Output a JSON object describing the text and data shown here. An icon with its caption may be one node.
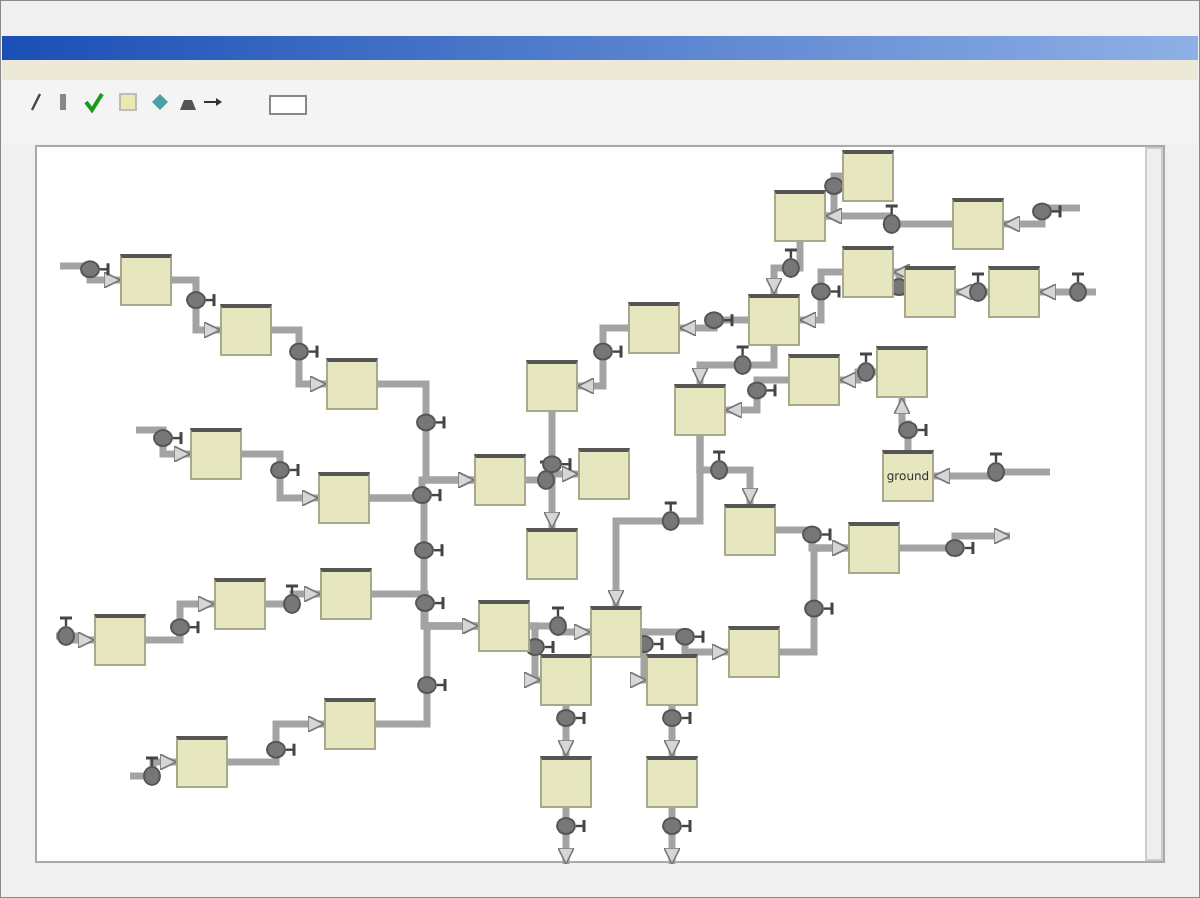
{
  "diagram": {
    "nodes": [
      {
        "text": [],
        "shape": "box"
      },
      {
        "text": [],
        "shape": "box"
      },
      {
        "text": [],
        "shape": "box"
      },
      {
        "text": [],
        "shape": "box"
      },
      {
        "text": [],
        "shape": "box"
      },
      {
        "text": [],
        "shape": "box"
      },
      {
        "text": [],
        "shape": "box"
      },
      {
        "text": [],
        "shape": "box"
      },
      {
        "text": [],
        "shape": "box"
      },
      {
        "text": [],
        "shape": "box"
      },
      {
        "text": [],
        "shape": "box"
      },
      {
        "text": [],
        "shape": "box"
      },
      {
        "text": [],
        "shape": "box"
      },
      {
        "text": [],
        "shape": "box"
      },
      {
        "text": [],
        "shape": "box"
      },
      {
        "text": [],
        "shape": "box"
      },
      {
        "text": [],
        "shape": "box"
      },
      {
        "text": [],
        "shape": "box"
      },
      {
        "text": [],
        "shape": "box"
      },
      {
        "text": [],
        "shape": "box"
      },
      {
        "text": [],
        "shape": "box"
      },
      {
        "text": [],
        "shape": "box"
      },
      {
        "text": [],
        "shape": "box"
      },
      {
        "text": [],
        "shape": "box"
      },
      {
        "text": [],
        "shape": "box"
      },
      {
        "text": [],
        "shape": "box"
      },
      {
        "text": [],
        "shape": "box"
      },
      {
        "text": [],
        "shape": "box"
      },
      {
        "text": [],
        "shape": "box"
      },
      {
        "text": [],
        "shape": "box"
      },
      {
        "text": [],
        "shape": "box"
      },
      {
        "text": [],
        "shape": "box"
      },
      {
        "text": [],
        "shape": "box"
      },
      {
        "text": [],
        "shape": "box"
      },
      {
        "text": [
          "ground"
        ]
      }
    ],
    "edges": [
      {
        "from": null,
        "to": 0,
        "arrow": "to"
      },
      {
        "from": 0,
        "to": 1,
        "arrow": "to"
      },
      {
        "from": 1,
        "to": 2,
        "arrow": "to"
      },
      {
        "from": 2,
        "to": 5,
        "arrow": "to"
      },
      {
        "from": null,
        "to": 3,
        "arrow": "to"
      },
      {
        "from": 3,
        "to": 4,
        "arrow": "to"
      },
      {
        "from": 4,
        "to": 5,
        "arrow": "to"
      },
      {
        "from": 4,
        "to": 11,
        "arrow": "to"
      },
      {
        "from": 5,
        "to": 9,
        "arrow": "to"
      },
      {
        "from": 7,
        "to": 6,
        "arrow": "to"
      },
      {
        "from": 6,
        "to": 10,
        "arrow": "to"
      },
      {
        "from": 25,
        "to": 7,
        "arrow": "to"
      },
      {
        "from": 25,
        "to": 8,
        "arrow": "to"
      },
      {
        "from": 8,
        "to": 12,
        "arrow": "to"
      },
      {
        "from": null,
        "to": 22,
        "arrow": "to"
      },
      {
        "from": 22,
        "to": 21,
        "arrow": "to"
      },
      {
        "from": 21,
        "to": 20,
        "arrow": "to"
      },
      {
        "from": 20,
        "to": 11,
        "arrow": "to"
      },
      {
        "from": null,
        "to": 24,
        "arrow": "to"
      },
      {
        "from": 24,
        "to": 23,
        "arrow": "to"
      },
      {
        "from": 23,
        "to": 11,
        "arrow": "to"
      },
      {
        "from": 11,
        "to": 12,
        "arrow": "to"
      },
      {
        "from": 11,
        "to": 13,
        "arrow": "to"
      },
      {
        "from": 13,
        "to": 14,
        "arrow": "to"
      },
      {
        "from": 14,
        "to": null,
        "arrow": "to"
      },
      {
        "from": 12,
        "to": 15,
        "arrow": "to"
      },
      {
        "from": 15,
        "to": 16,
        "arrow": "to"
      },
      {
        "from": 16,
        "to": null,
        "arrow": "to"
      },
      {
        "from": 12,
        "to": 18,
        "arrow": "to"
      },
      {
        "from": 8,
        "to": 17,
        "arrow": "to"
      },
      {
        "from": 17,
        "to": 19,
        "arrow": "to"
      },
      {
        "from": 18,
        "to": 19,
        "arrow": "to"
      },
      {
        "from": 19,
        "to": null,
        "arrow": "to"
      },
      {
        "from": 28,
        "to": 26,
        "arrow": "to"
      },
      {
        "from": null,
        "to": 28,
        "arrow": "to"
      },
      {
        "from": 26,
        "to": 25,
        "arrow": "to"
      },
      {
        "from": 27,
        "to": 26,
        "arrow": "to"
      },
      {
        "from": 31,
        "to": 30,
        "arrow": "to"
      },
      {
        "from": null,
        "to": 31,
        "arrow": "to"
      },
      {
        "from": 30,
        "to": 29,
        "arrow": "to"
      },
      {
        "from": 29,
        "to": 25,
        "arrow": "to"
      },
      {
        "from": 33,
        "to": 32,
        "arrow": "to"
      },
      {
        "from": 32,
        "to": 8,
        "arrow": "to"
      },
      {
        "from": 34,
        "to": 33,
        "arrow": "to"
      },
      {
        "from": null,
        "to": 34,
        "arrow": "to"
      }
    ]
  }
}
